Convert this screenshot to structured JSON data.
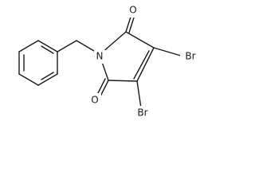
{
  "molecule": {
    "labels": {
      "nitrogen": "N",
      "oxygen_top": "O",
      "oxygen_bottom": "O",
      "bromine_upper": "Br",
      "bromine_lower": "Br"
    }
  }
}
